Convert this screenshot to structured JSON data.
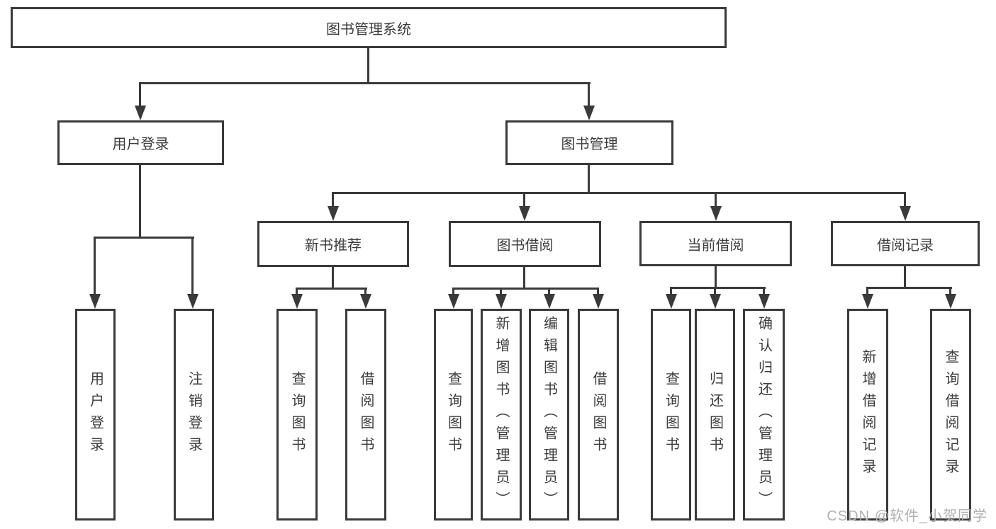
{
  "tree": {
    "root": {
      "label": "图书管理系统",
      "children": [
        {
          "label": "用户登录",
          "children": [
            {
              "label": "用户登录"
            },
            {
              "label": "注销登录"
            }
          ]
        },
        {
          "label": "图书管理",
          "children": [
            {
              "label": "新书推荐",
              "children": [
                {
                  "label": "查询图书"
                },
                {
                  "label": "借阅图书"
                }
              ]
            },
            {
              "label": "图书借阅",
              "children": [
                {
                  "label": "查询图书"
                },
                {
                  "label": "新增图书（管理员）"
                },
                {
                  "label": "编辑图书（管理员）"
                },
                {
                  "label": "借阅图书"
                }
              ]
            },
            {
              "label": "当前借阅",
              "children": [
                {
                  "label": "查询图书"
                },
                {
                  "label": "归还图书"
                },
                {
                  "label": "确认归还（管理员）"
                }
              ]
            },
            {
              "label": "借阅记录",
              "children": [
                {
                  "label": "新增借阅记录"
                },
                {
                  "label": "查询借阅记录"
                }
              ]
            }
          ]
        }
      ]
    }
  },
  "watermark": {
    "text": "CSDN @软件_小贺同学"
  },
  "colors": {
    "line": "#3a3a3a",
    "text": "#3d3d3d",
    "watermark": "#b0b0b0",
    "background": "#ffffff"
  }
}
